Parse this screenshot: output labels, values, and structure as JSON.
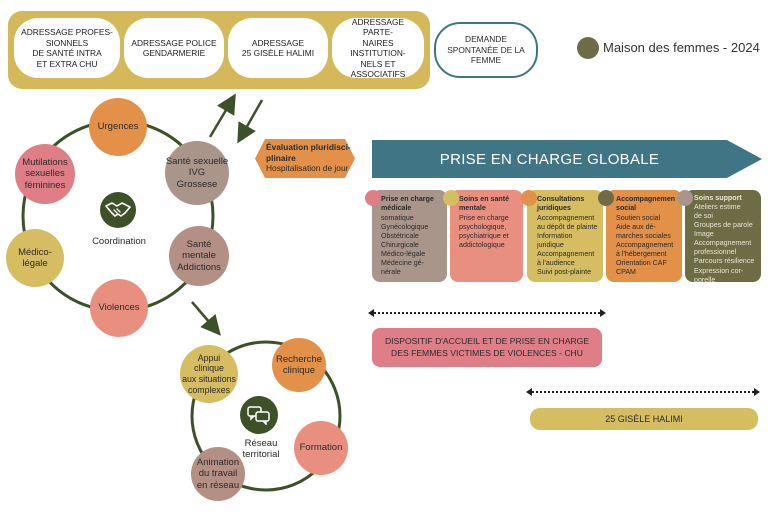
{
  "top": {
    "pills": [
      "ADRESSAGE PROFES-\nSIONNELS\nDE SANTÉ INTRA\nET EXTRA CHU",
      "ADRESSAGE POLICE\nGENDARMERIE",
      "ADRESSAGE\n25 GISÈLE HALIMI",
      "ADRESSAGE PARTE-\nNAIRES INSTITUTION-\nNELS ET ASSOCIATIFS"
    ],
    "demande": "DEMANDE\nSPONTANÉE DE LA\nFEMME"
  },
  "legend": {
    "label": "Maison des femmes - 2024",
    "color": "#6e6b45"
  },
  "coordination": {
    "center": "Coordination",
    "nodes": {
      "urgences": "Urgences",
      "sante_sexuelle": "Santé sexuelle\nIVG\nGrossese",
      "sante_mentale": "Santé\nmentale\nAddictions",
      "violences": "Violences",
      "medico_legale": "Médico-\nlégale",
      "mutilations": "Mutilations\nsexuelles\nféminines"
    }
  },
  "reseau": {
    "center": "Réseau\nterritorial",
    "nodes": {
      "appui": "Appui\nclinique\naux situations\ncomplexes",
      "recherche": "Recherche\nclinique",
      "formation": "Formation",
      "animation": "Animation\ndu travail\nen réseau"
    }
  },
  "evaluation": {
    "title": "Évaluation pluridisci-\nplinaire",
    "subtitle": "Hospitalisation de jour"
  },
  "prise_en_charge": "PRISE EN CHARGE GLOBALE",
  "cards": [
    {
      "title": "Prise en charge\nmédicale",
      "body": "somatique\nGynécologique\nObstétricale\nChirurgicale\nMédico-légale\nMédecine gé-\nnérale"
    },
    {
      "title": "Soins en santé\nmentale",
      "body": "Prise en charge\npsychologique,\npsychiatrique et\naddictologique"
    },
    {
      "title": "Consultations\njuridiques",
      "body": "Accompagnement\nau dépôt de plainte\nInformation\njuridique\nAccompagnement\nà l'audience\nSuivi post-plainte"
    },
    {
      "title": "Accompagnemen\nsocial",
      "body": "Soutien social\nAide aux dé-\nmarches sociales\nAccompagnement\nà l'hébergement\nOrientation CAF\nCPAM"
    },
    {
      "title": "Soins support",
      "body": "Ateliers estime\nde soi\nGroupes de parole\nImage\nAccompagnement\nprofessionnel\nParcours résilience\nExpression cor-\nporelle"
    }
  ],
  "dispositif": "DISPOSITIF D'ACCUEIL ET DE PRISE EN CHARGE\nDES FEMMES VICTIMES DE VIOLENCES - CHU",
  "halimi": "25 GISÈLE HALIMI",
  "colors": {
    "gold": "#d4b85a",
    "teal": "#3f7584",
    "orange": "#e39048",
    "salmon": "#e98f80",
    "rose": "#df7e86",
    "taupe": "#aa958b",
    "olive": "#6e6b45",
    "dark_green": "#3c5127"
  },
  "icons": [
    "handshake-icon",
    "chat-bubbles-icon"
  ]
}
